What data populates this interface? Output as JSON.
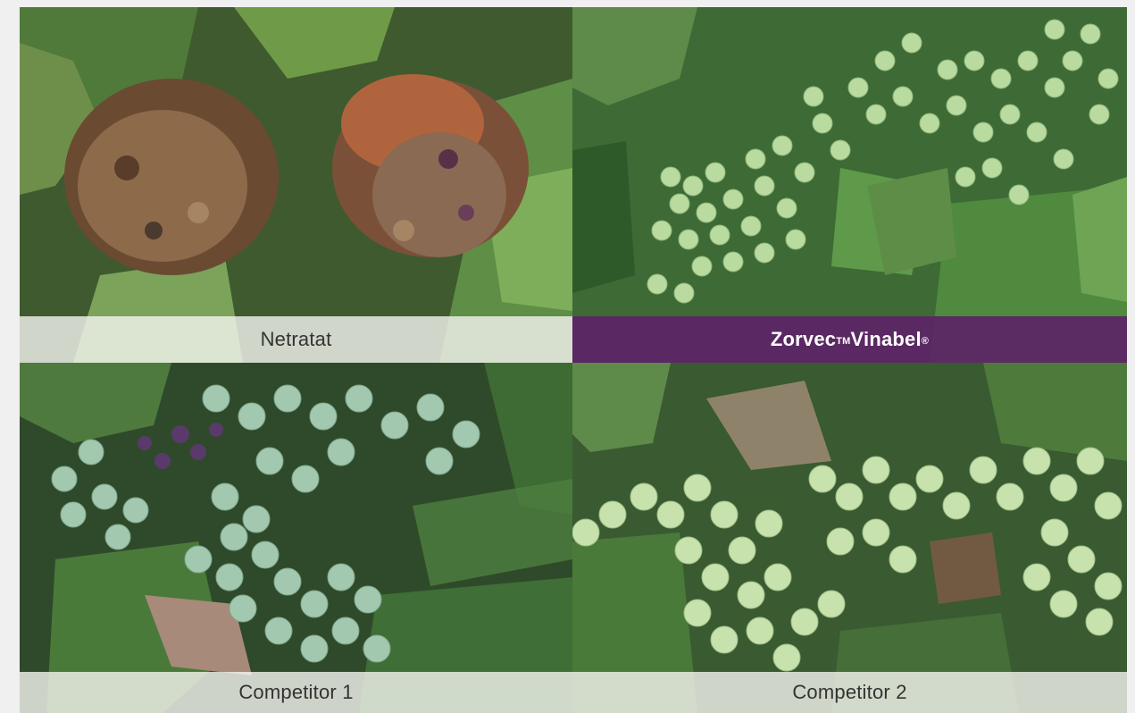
{
  "panels": [
    {
      "caption": "Netratat",
      "highlight": false,
      "colors": {
        "base": "#3f5a2e",
        "accent": "#7a4e36",
        "berry": "#8a6a52"
      }
    },
    {
      "caption_main": "Zorvec",
      "caption_tm": "TM",
      "caption_mid": " Vinabel",
      "caption_reg": "®",
      "highlight": true,
      "colors": {
        "base": "#3e6a36",
        "accent": "#a7cf8a",
        "berry": "#b9dba0"
      }
    },
    {
      "caption": "Competitor 1",
      "highlight": false,
      "colors": {
        "base": "#2f4a2a",
        "accent": "#8bb59a",
        "berry": "#a3c8b0"
      }
    },
    {
      "caption": "Competitor 2",
      "highlight": false,
      "colors": {
        "base": "#3a5a31",
        "accent": "#b9d99e",
        "berry": "#c7e2ad"
      }
    }
  ],
  "theme": {
    "highlight_bg": "#5c2366",
    "caption_bg": "#f5f5f0",
    "page_bg": "#f0f0f0"
  }
}
